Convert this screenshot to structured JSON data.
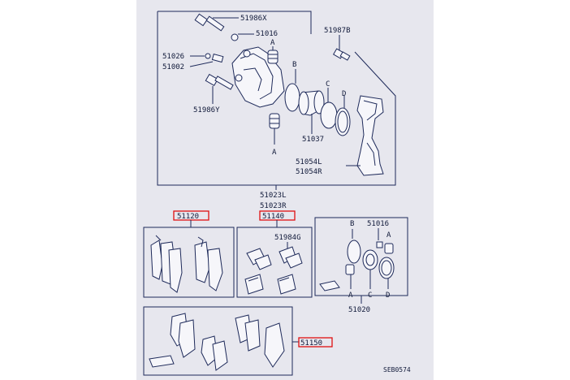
{
  "diagram": {
    "part_numbers": {
      "p51986X": "51986X",
      "p51016_top": "51016",
      "p51026": "51026",
      "p51002": "51002",
      "p51986Y": "51986Y",
      "p51987B": "51987B",
      "p51037": "51037",
      "p51054L": "51054L",
      "p51054R": "51054R",
      "p51023L": "51023L",
      "p51023R": "51023R",
      "p51120": "51120",
      "p51140": "51140",
      "p51984G": "51984G",
      "p51016_kit": "51016",
      "p51020": "51020",
      "p51150": "51150"
    },
    "callouts": {
      "a1": "A",
      "b1": "B",
      "c1": "C",
      "d1": "D",
      "a2": "A",
      "b2": "B",
      "a3": "A",
      "a4": "A",
      "c2": "C",
      "d2": "D"
    },
    "figure_code": "SEB0574"
  },
  "colors": {
    "sheet": "#e7e7ee",
    "line": "#1e2a5a",
    "highlight": "#e01010"
  }
}
